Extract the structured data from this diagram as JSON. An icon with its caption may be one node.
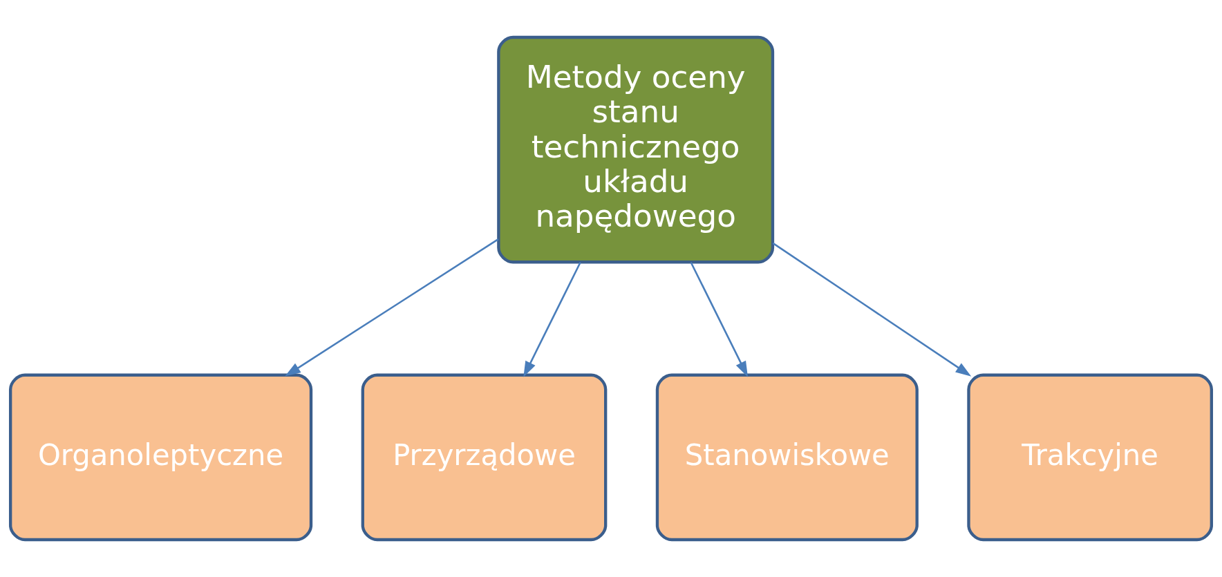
{
  "diagram": {
    "nodes": [
      {
        "text": [
          "Metody oceny stanu technicznego układu napędowego"
        ]
      },
      {
        "text": [
          "Organoleptyczne"
        ]
      },
      {
        "text": [
          "Przyrządowe"
        ]
      },
      {
        "text": [
          "Stanowiskowe"
        ]
      },
      {
        "text": [
          "Trakcyjne"
        ]
      }
    ],
    "edges": [
      {
        "from": 0,
        "to": 1,
        "arrow": "to"
      },
      {
        "from": 0,
        "to": 2,
        "arrow": "to"
      },
      {
        "from": 0,
        "to": 3,
        "arrow": "to"
      },
      {
        "from": 0,
        "to": 4,
        "arrow": "to"
      }
    ]
  }
}
